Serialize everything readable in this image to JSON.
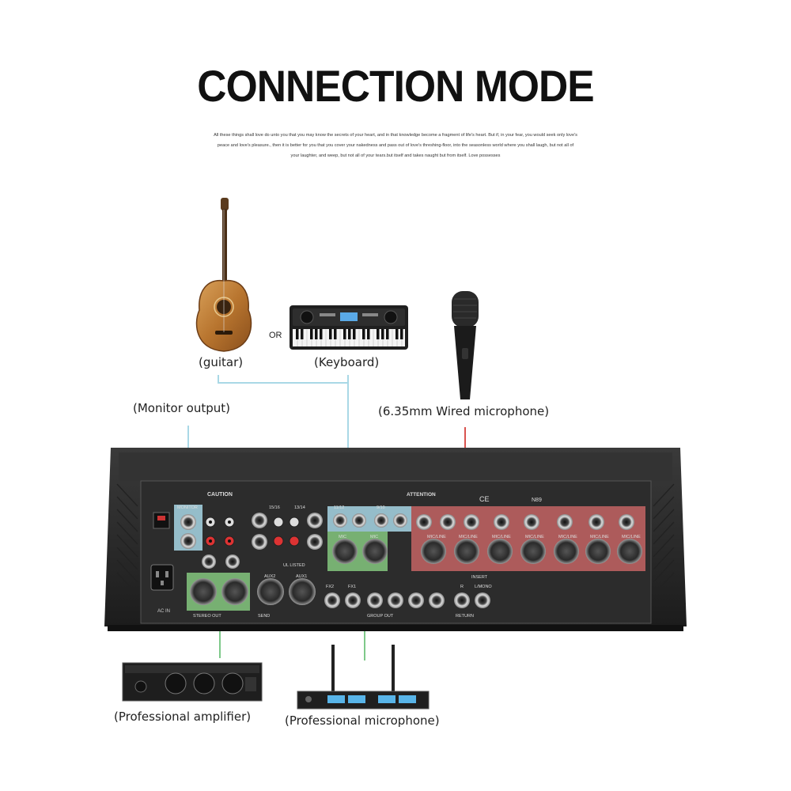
{
  "title": "CONNECTION MODE",
  "description_lines": [
    "All these things shall love do unto you that you may know the secrets of your heart, and in that knowledge become a fragment of life's heart. But if, in your fear, you would seek only love's",
    "peace and love's pleasure., then it is better for you that you cover your nakedness and pass out of love's threshing-floor, into the seasonless world where you shall laugh, but not all of",
    "your laughter, and weep, but not all of your tears.but itself and takes naught but from itself. Love possesses"
  ],
  "devices": {
    "guitar": "(guitar)",
    "or": "OR",
    "keyboard": "(Keyboard)",
    "monitor_output": "(Monitor output)",
    "wired_mic": "(6.35mm  Wired microphone)",
    "amplifier": "(Professional amplifier)",
    "pro_mic": "(Professional microphone)"
  },
  "mixer_labels": {
    "caution": "CAUTION",
    "attention": "ATTENTION",
    "ce": "CE",
    "n89": "N89",
    "monitor": "MONITOR",
    "mic": "MIC",
    "mic_line": "MIC/LINE",
    "stereo_out": "STEREO OUT",
    "send": "SEND",
    "aux2": "AUX2",
    "aux1": "AUX1",
    "fx2": "FX2",
    "fx1": "FX1",
    "group_out": "GROUP OUT",
    "return": "RETURN",
    "l_mono": "L/MONO",
    "r": "R",
    "insert": "INSERT",
    "ac_in": "AC IN",
    "ch_15_16": "15/16",
    "ch_13_14": "13/14",
    "ch_11_12": "11/12",
    "ch_9_10": "9/10",
    "ul_listed": "UL LISTED"
  },
  "colors": {
    "blue_line": "#a9d8e6",
    "red_line": "#d9534f",
    "green_line": "#7ec98a",
    "red_zone": "#c46464",
    "green_zone": "#7fbf7a",
    "blue_zone": "#a8d7e6"
  }
}
